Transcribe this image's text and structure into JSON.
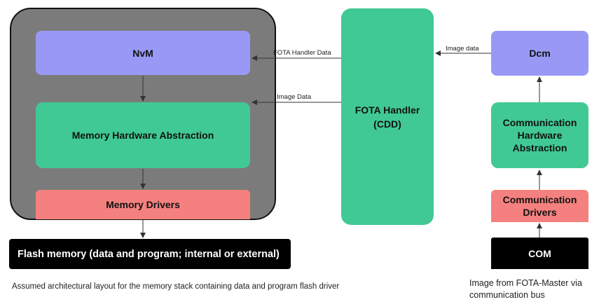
{
  "memory_stack": {
    "nvm": "NvM",
    "memory_hw_abstraction": "Memory Hardware Abstraction",
    "memory_drivers": "Memory Drivers",
    "flash_memory": "Flash memory (data and program; internal or external)"
  },
  "fota_handler": "FOTA Handler\n(CDD)",
  "comm_stack": {
    "dcm": "Dcm",
    "comm_hw_abstraction": "Communication\nHardware\nAbstraction",
    "comm_drivers": "Communication\nDrivers",
    "com": "COM"
  },
  "connectors": {
    "fota_to_nvm": "FOTA Handler Data",
    "fota_to_mha": "Image Data",
    "dcm_to_fota": "Image data"
  },
  "captions": {
    "left": "Assumed architectural layout for the memory stack containing data and program flash driver",
    "right": "Image from FOTA-Master via\ncommunication bus"
  },
  "colors": {
    "container": "#7b7b7b",
    "purple": "#9999f5",
    "green": "#40c994",
    "red": "#f4817f",
    "black": "#000000"
  }
}
